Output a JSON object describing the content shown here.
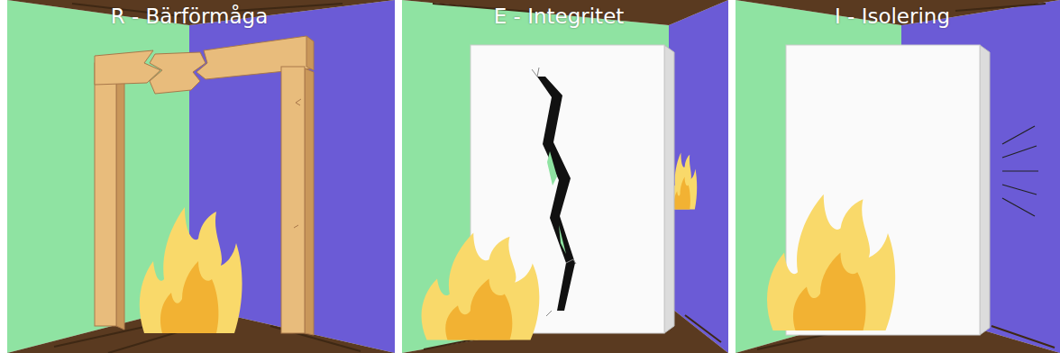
{
  "diagram": {
    "labels": [
      "R - Bärförmåga",
      "E - Integritet",
      "I - Isolering"
    ]
  }
}
